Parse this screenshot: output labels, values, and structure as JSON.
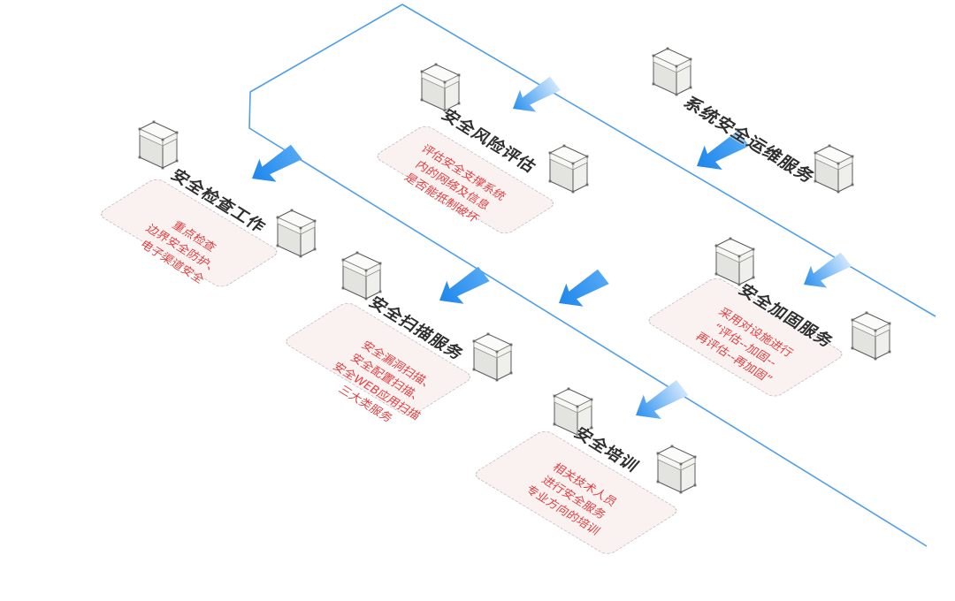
{
  "title": "系统安全运维服务",
  "nodes": [
    {
      "id": "risk-assessment",
      "label": "安全风险评估",
      "details": [
        "评估安全支撑系统",
        "内的网络及信息",
        "是否能抵制破坏"
      ]
    },
    {
      "id": "inspection",
      "label": "安全检查工作",
      "details": [
        "重点检查",
        "边界安全防护、",
        "电子渠道安全"
      ]
    },
    {
      "id": "scan",
      "label": "安全扫描服务",
      "details": [
        "安全漏洞扫描、",
        "安全配置扫描、",
        "安全WEB应用扫描",
        "三大类服务"
      ]
    },
    {
      "id": "hardening",
      "label": "安全加固服务",
      "details": [
        "采用对设施进行",
        "“评估--加固--",
        "再评估--再加固”"
      ]
    },
    {
      "id": "training",
      "label": "安全培训",
      "details": [
        "相关技术人员",
        "进行安全服务",
        "专业方向的培训"
      ]
    }
  ],
  "icons": {
    "server": "server-tower-icon",
    "arrow": "flow-arrow-down-left-icon"
  },
  "colors": {
    "arrow_blue": "#2f93f0",
    "arrow_light": "#d4e9fd",
    "outline_blue": "#4f9fe8",
    "detail_red": "#e24040",
    "zone_fill": "#faf1f1",
    "zone_border": "#c6bbbb",
    "label_color": "#2f2f2f"
  }
}
